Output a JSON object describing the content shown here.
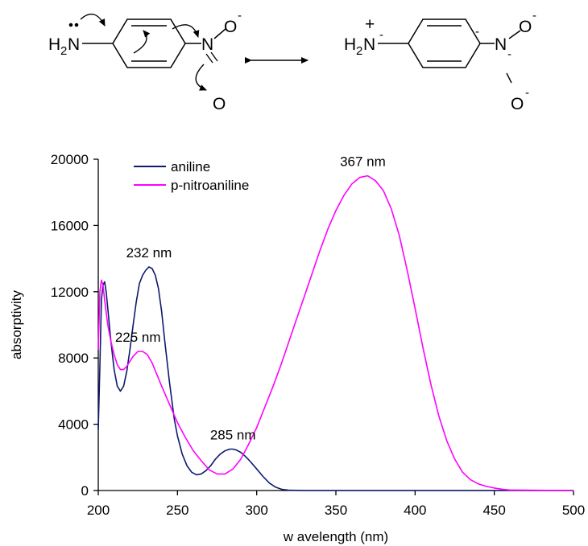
{
  "scheme": {
    "left": {
      "amine": "H2N",
      "amine_h": "H",
      "amine_sub": "2",
      "amine_n": "N",
      "nitro_n": "N",
      "o_top": "O",
      "o_top_charge": "-",
      "o_bottom": "O"
    },
    "right": {
      "amine_h": "H",
      "amine_sub": "2",
      "amine_n": "N",
      "amine_charge": "+",
      "amine_bond_mark": "-",
      "ring_charge": "-",
      "nitro_n": "N",
      "nitro_n_mark": "-",
      "o_top": "O",
      "o_top_charge": "-",
      "o_bottom": "O",
      "o_bottom_charge": "-"
    }
  },
  "chart_data": {
    "type": "line",
    "xlabel": "w avelength (nm)",
    "ylabel": "absorptivity",
    "xlim": [
      200,
      500
    ],
    "ylim": [
      0,
      20000
    ],
    "xticks": [
      200,
      250,
      300,
      350,
      400,
      450,
      500
    ],
    "yticks": [
      0,
      4000,
      8000,
      12000,
      16000,
      20000
    ],
    "grid": false,
    "legend_position": "top-left",
    "series": [
      {
        "name": "aniline",
        "color": "#0d1a6e",
        "x": [
          200,
          201,
          202,
          203,
          204,
          205,
          206,
          208,
          210,
          212,
          214,
          216,
          218,
          220,
          222,
          224,
          226,
          228,
          230,
          232,
          234,
          236,
          238,
          240,
          242,
          245,
          248,
          250,
          253,
          256,
          259,
          262,
          265,
          268,
          271,
          274,
          277,
          280,
          283,
          285,
          287,
          290,
          293,
          296,
          300,
          304,
          308,
          312,
          316,
          320,
          330,
          350,
          400,
          450,
          500
        ],
        "y": [
          3700,
          7500,
          11500,
          12400,
          12600,
          12000,
          11000,
          9000,
          7300,
          6300,
          6000,
          6300,
          7200,
          8500,
          10000,
          11400,
          12500,
          13000,
          13300,
          13500,
          13400,
          13000,
          12200,
          10800,
          9000,
          6500,
          4300,
          3300,
          2200,
          1500,
          1100,
          950,
          1000,
          1200,
          1500,
          1900,
          2200,
          2400,
          2500,
          2500,
          2450,
          2300,
          2050,
          1750,
          1300,
          850,
          450,
          200,
          70,
          20,
          0,
          0,
          0,
          0,
          0
        ]
      },
      {
        "name": "p-nitroaniline",
        "color": "#ff00ff",
        "x": [
          200,
          201,
          202,
          203,
          204,
          206,
          208,
          210,
          212,
          214,
          216,
          218,
          220,
          222,
          225,
          228,
          231,
          234,
          237,
          240,
          245,
          250,
          255,
          260,
          265,
          270,
          275,
          280,
          285,
          290,
          295,
          300,
          305,
          310,
          315,
          320,
          325,
          330,
          335,
          340,
          345,
          350,
          355,
          360,
          365,
          370,
          375,
          380,
          385,
          390,
          395,
          400,
          405,
          410,
          415,
          420,
          425,
          430,
          435,
          440,
          445,
          450,
          455,
          460,
          500
        ],
        "y": [
          8500,
          12000,
          12700,
          12400,
          11500,
          10000,
          9000,
          8200,
          7600,
          7300,
          7300,
          7500,
          7800,
          8100,
          8400,
          8400,
          8200,
          7700,
          7000,
          6300,
          5200,
          4100,
          3200,
          2400,
          1800,
          1250,
          1000,
          1000,
          1300,
          1900,
          2800,
          3800,
          5000,
          6200,
          7500,
          8900,
          10300,
          11700,
          13100,
          14500,
          15800,
          16900,
          17800,
          18500,
          18900,
          19000,
          18700,
          18100,
          17000,
          15400,
          13300,
          11000,
          8600,
          6400,
          4500,
          3000,
          1900,
          1100,
          650,
          400,
          250,
          150,
          80,
          30,
          0
        ]
      }
    ],
    "annotations": [
      {
        "text": "367 nm",
        "x": 367,
        "y": 19000,
        "position": "above"
      },
      {
        "text": "232 nm",
        "x": 232,
        "y": 13500,
        "position": "above"
      },
      {
        "text": "225 nm",
        "x": 225,
        "y": 8400,
        "position": "above"
      },
      {
        "text": "285 nm",
        "x": 285,
        "y": 2500,
        "position": "above"
      }
    ]
  }
}
